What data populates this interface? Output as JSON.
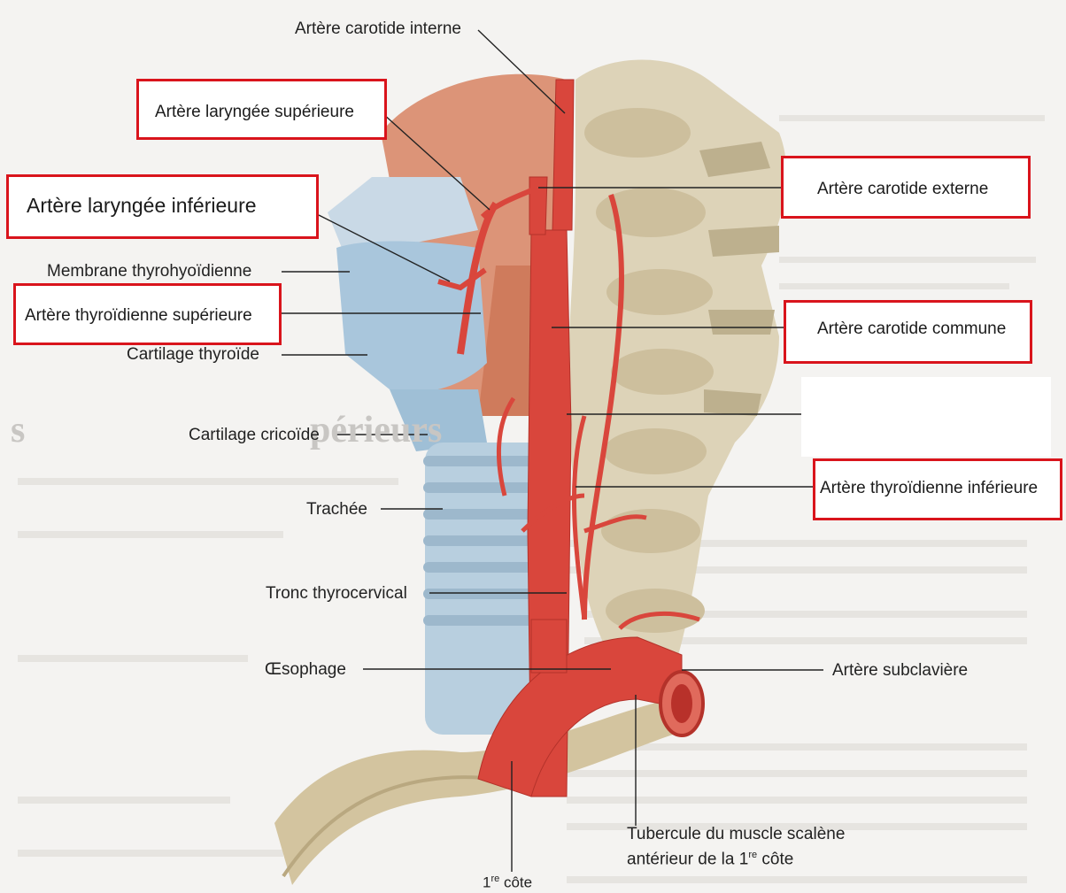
{
  "labels": {
    "carotide_interne": "Artère carotide interne",
    "laryngee_superieure": "Artère laryngée supérieure",
    "laryngee_inferieure": "Artère laryngée inférieure",
    "carotide_externe": "Artère carotide externe",
    "membrane_thyrohyoidienne": "Membrane thyrohyoïdienne",
    "thyroidienne_superieure": "Artère thyroïdienne supérieure",
    "carotide_commune": "Artère carotide commune",
    "cartilage_thyroide": "Cartilage thyroïde",
    "cartilage_cricoide": "Cartilage cricoïde",
    "thyroidienne_inferieure": "Artère thyroïdienne inférieure",
    "trachee": "Trachée",
    "tronc_thyrocervical": "Tronc thyrocervical",
    "oesophage": "Œsophage",
    "subclaviere": "Artère subclavière",
    "tubercule_line1": "Tubercule du muscle scalène",
    "tubercule_line2_prefix": "antérieur de la 1",
    "tubercule_line2_sup": "re",
    "tubercule_line2_suffix": " côte",
    "cote_prefix": "1",
    "cote_sup": "re",
    "cote_suffix": " côte"
  },
  "background_text": {
    "heading_fragment": "périeurs",
    "heading_left": "s"
  },
  "colors": {
    "highlight_border": "#d9141c",
    "artery": "#d9463c",
    "cartilage": "#a9c6dc",
    "bone": "#ddd3b8",
    "muscle": "#d98a6a"
  }
}
